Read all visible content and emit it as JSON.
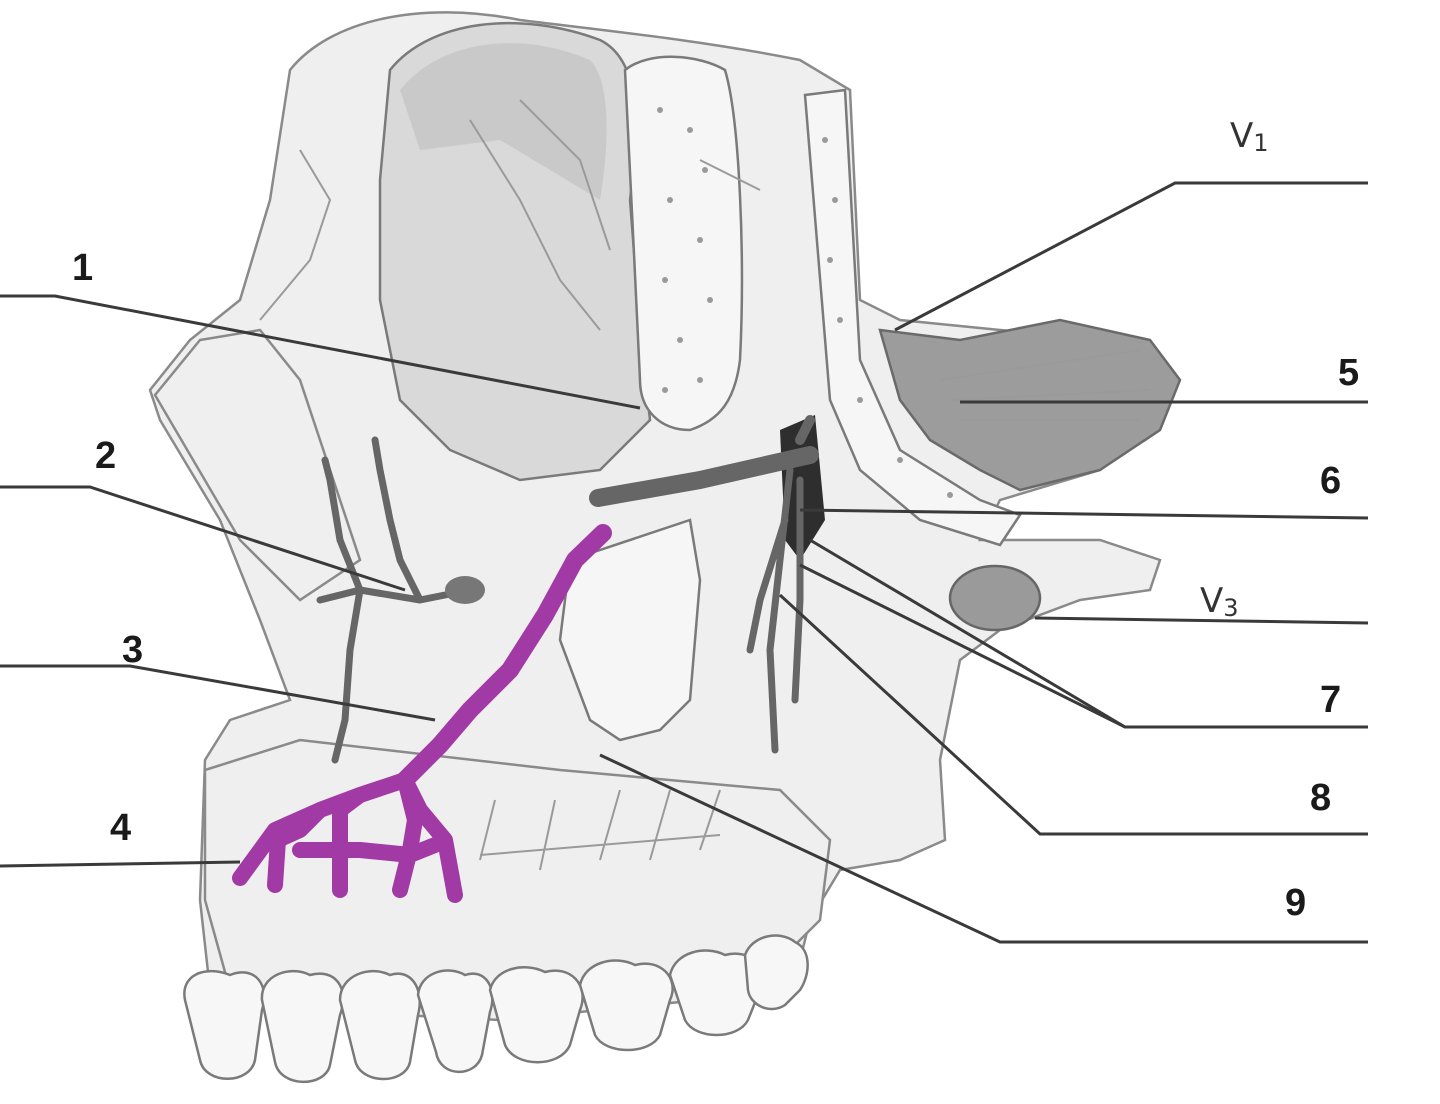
{
  "labels": {
    "v1_main": "V",
    "v1_sub": "1",
    "v3_main": "V",
    "v3_sub": "3",
    "n1": "1",
    "n2": "2",
    "n3": "3",
    "n4": "4",
    "n5": "5",
    "n6": "6",
    "n7": "7",
    "n8": "8",
    "n9": "9"
  },
  "colors": {
    "highlight": "#a23aa6",
    "leader": "#3a3a3a",
    "nerve": "#666666"
  }
}
